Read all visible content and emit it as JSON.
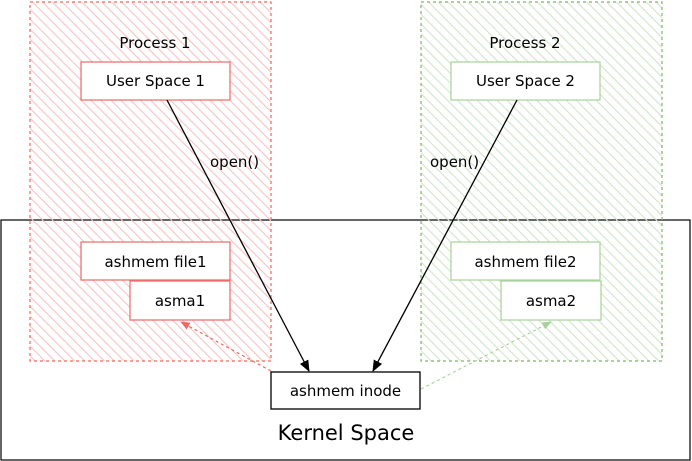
{
  "colors": {
    "process1_stroke": "#ea6b66",
    "process1_hatch": "#f8cecc",
    "process2_stroke": "#82b366",
    "process2_hatch": "#d5e8d4",
    "box1_stroke": "#ea6b66",
    "box2_stroke": "#a6d39a",
    "kernel_stroke": "#000000"
  },
  "process1": {
    "title": "Process 1",
    "user_space": "User Space 1",
    "ashmem_file": "ashmem file1",
    "asma": "asma1",
    "call_label": "open()"
  },
  "process2": {
    "title": "Process 2",
    "user_space": "User Space 2",
    "ashmem_file": "ashmem file2",
    "asma": "asma2",
    "call_label": "open()"
  },
  "kernel": {
    "label": "Kernel Space",
    "inode": "ashmem inode"
  }
}
